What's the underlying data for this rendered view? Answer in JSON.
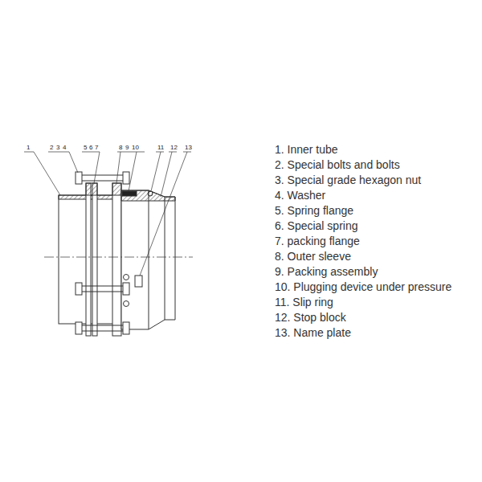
{
  "diagram": {
    "labels": [
      "1",
      "2",
      "3",
      "4",
      "5",
      "6",
      "7",
      "8",
      "9",
      "10",
      "11",
      "12",
      "13",
      "1. Inner tube",
      "2. Special bolts and bolts",
      "3. Special grade hexagon nut",
      "4. Washer",
      "5. Spring flange",
      "6. Special spring",
      "7. packing flange",
      "8. Outer sleeve",
      "9. Packing assembly",
      "10. Plugging device under pressure",
      "11. Slip ring",
      "12. Stop block",
      "13. Name plate"
    ]
  }
}
